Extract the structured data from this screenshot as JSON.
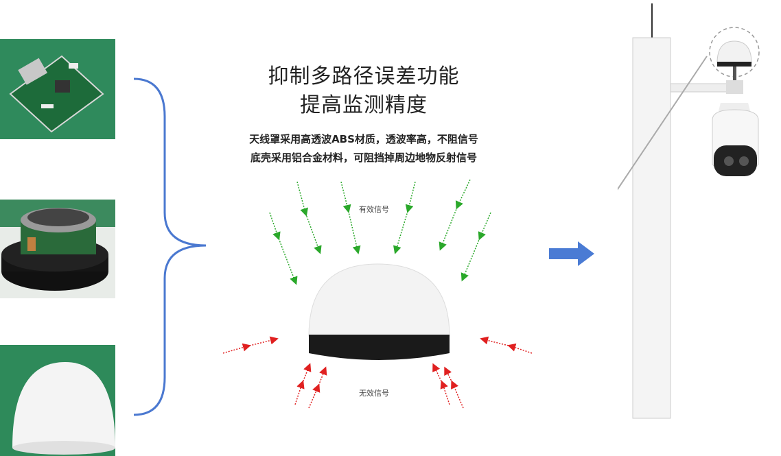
{
  "heading": {
    "line1": "抑制多路径误差功能",
    "line2": "提高监测精度"
  },
  "description": {
    "line1": "天线罩采用高透波ABS材质，透波率高，不阻信号",
    "line2": "底壳采用铝合金材料，可阻挡掉周边地物反射信号"
  },
  "labels": {
    "valid_signal": "有效信号",
    "invalid_signal": "无效信号"
  },
  "colors": {
    "brace": "#4a78d0",
    "arrow": "#4a7bd4",
    "valid": "#2aa82a",
    "invalid": "#e02020",
    "photo_bg": "#2e8a5a"
  }
}
